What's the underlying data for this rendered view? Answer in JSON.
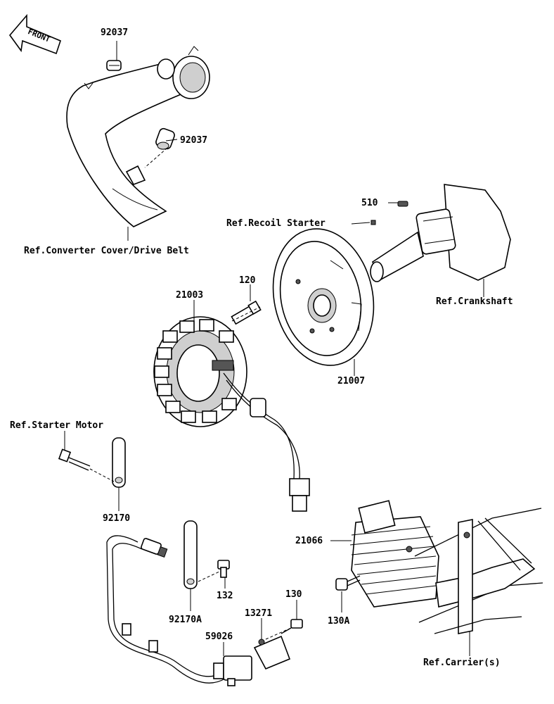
{
  "front_arrow": {
    "label": "FRONT"
  },
  "labels": {
    "p92037_top": "92037",
    "p92037_mid": "92037",
    "ref_converter": "Ref.Converter Cover/Drive Belt",
    "p510": "510",
    "ref_recoil": "Ref.Recoil Starter",
    "ref_crankshaft": "Ref.Crankshaft",
    "p120": "120",
    "p21003": "21003",
    "p21007": "21007",
    "ref_starter": "Ref.Starter Motor",
    "p92170": "92170",
    "p21066": "21066",
    "p132": "132",
    "p92170A": "92170A",
    "p130": "130",
    "p13271": "13271",
    "p59026": "59026",
    "p130A": "130A",
    "ref_carrier": "Ref.Carrier(s)"
  }
}
